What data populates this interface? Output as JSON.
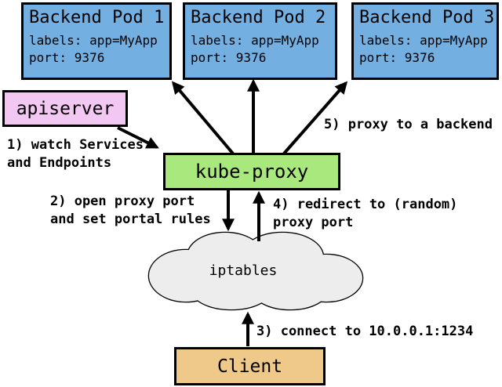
{
  "colors": {
    "pod_fill": "#74AFE2",
    "apiserver_fill": "#F2C8F2",
    "kube_proxy_fill": "#A9E87D",
    "client_fill": "#EFC98A",
    "cloud_fill": "#EDEDED",
    "line": "#000000"
  },
  "nodes": {
    "pods": [
      {
        "title": "Backend Pod 1",
        "labels": "labels: app=MyApp",
        "port": "port: 9376"
      },
      {
        "title": "Backend Pod 2",
        "labels": "labels: app=MyApp",
        "port": "port: 9376"
      },
      {
        "title": "Backend Pod 3",
        "labels": "labels: app=MyApp",
        "port": "port: 9376"
      }
    ],
    "apiserver": {
      "label": "apiserver"
    },
    "kube_proxy": {
      "label": "kube-proxy"
    },
    "iptables": {
      "label": "iptables"
    },
    "client": {
      "label": "Client"
    }
  },
  "steps": [
    {
      "text": "1) watch Services\nand Endpoints"
    },
    {
      "text": "2) open proxy port\nand set portal rules"
    },
    {
      "text": "3) connect to 10.0.0.1:1234"
    },
    {
      "text": "4) redirect to (random)\nproxy port"
    },
    {
      "text": "5) proxy to a backend"
    }
  ]
}
